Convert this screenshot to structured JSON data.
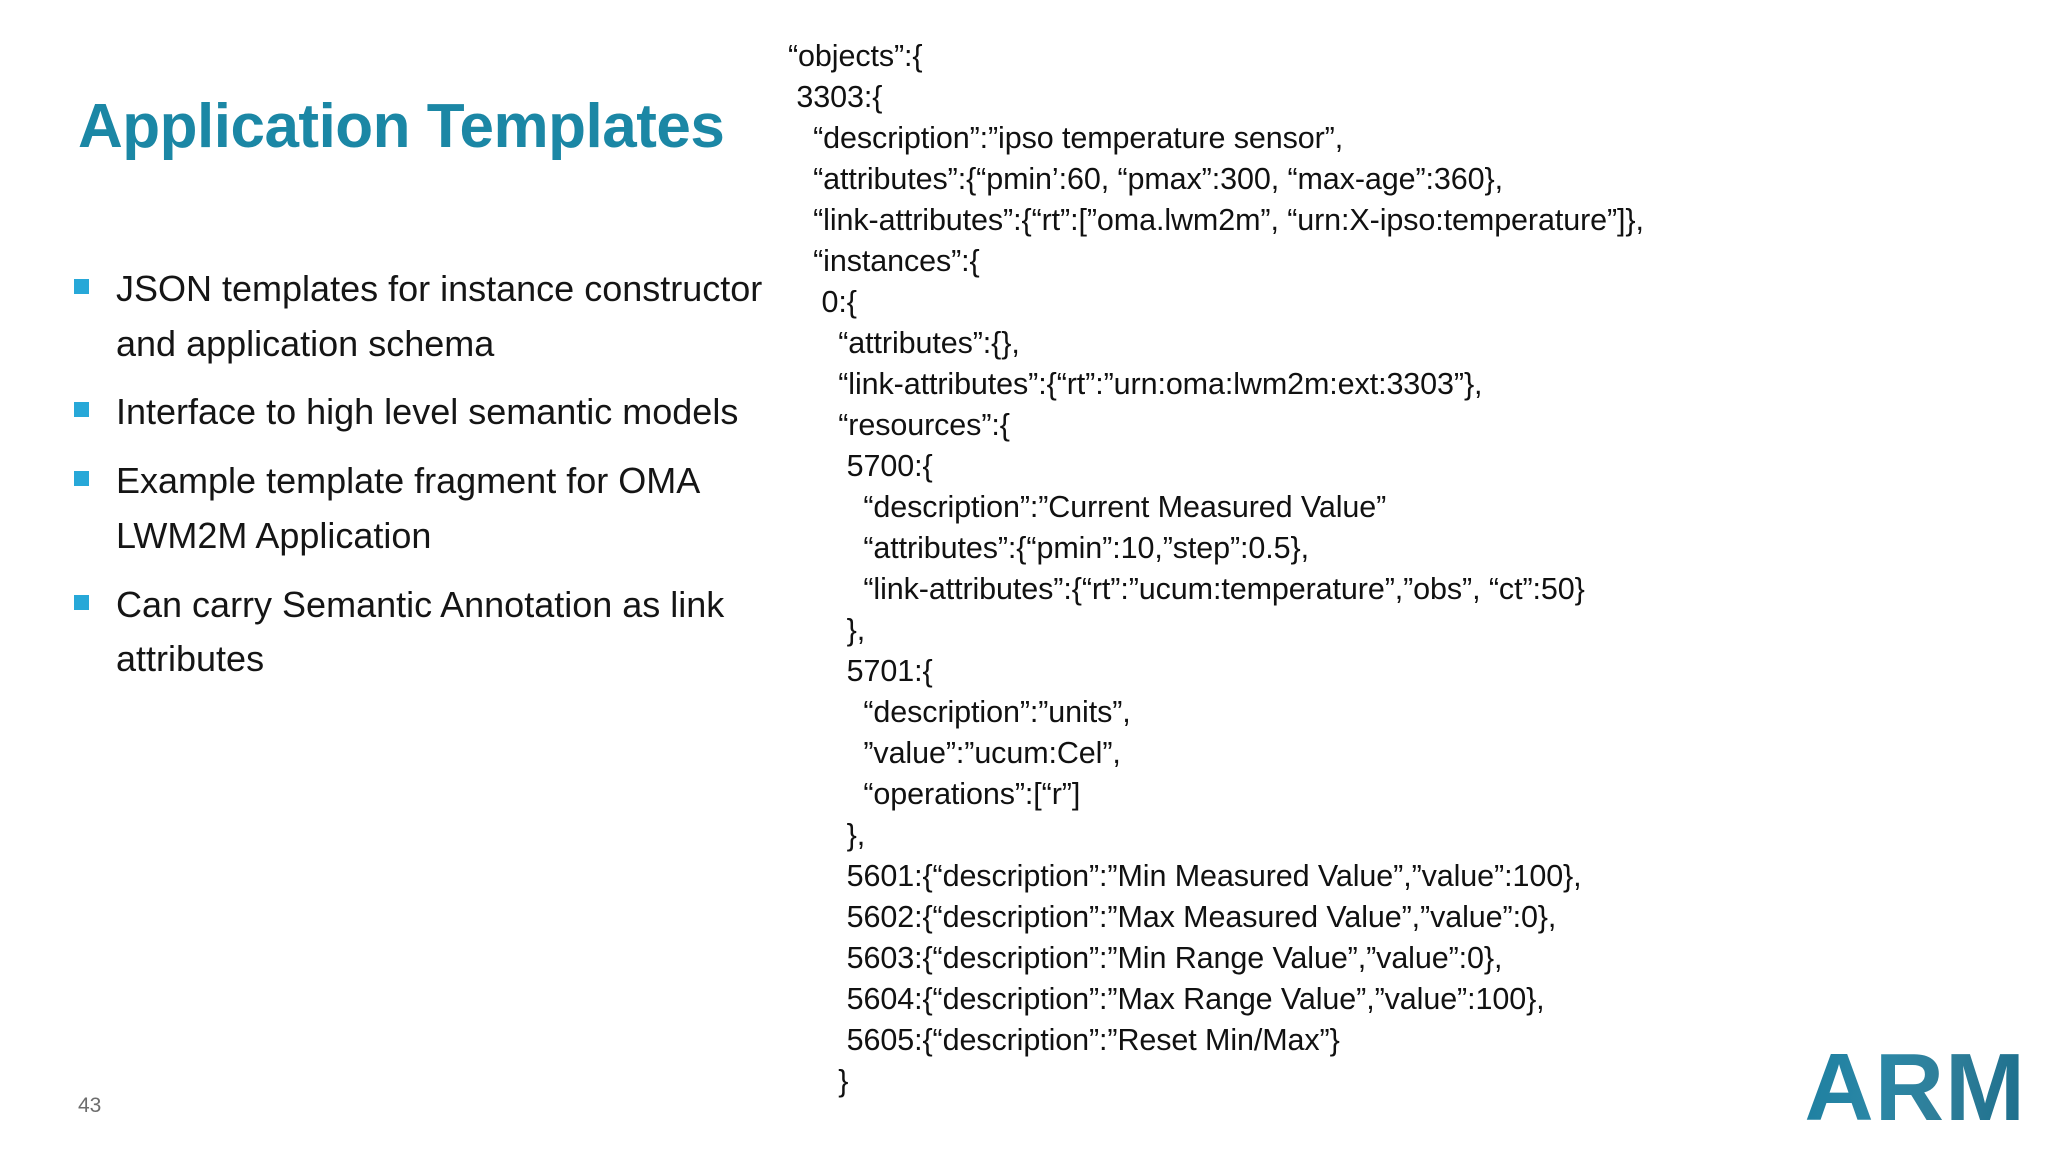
{
  "slide": {
    "title": "Application Templates",
    "page_number": "43",
    "logo_text": "ARM",
    "accent_color": "#1b87a5",
    "bullet_marker_color": "#27a8d8",
    "body_text_color": "#151515",
    "background_color": "#ffffff"
  },
  "bullets": [
    {
      "marker": "square-bullet",
      "text": "JSON templates for instance constructor and application schema"
    },
    {
      "marker": "square-bullet",
      "text": "Interface to high level semantic models"
    },
    {
      "marker": "square-bullet",
      "text": "Example template fragment for OMA LWM2M Application"
    },
    {
      "marker": "square-bullet",
      "text": "Can carry Semantic Annotation as link attributes"
    }
  ],
  "code": {
    "language": "json",
    "lines": [
      "“objects”:{",
      " 3303:{",
      "   “description”:”ipso temperature sensor”,",
      "   “attributes”:{“pmin’:60, “pmax”:300, “max-age”:360},",
      "   “link-attributes”:{“rt”:[”oma.lwm2m”, “urn:X-ipso:temperature”]},",
      "   “instances”:{",
      "    0:{",
      "      “attributes”:{},",
      "      “link-attributes”:{“rt”:”urn:oma:lwm2m:ext:3303”},",
      "      “resources”:{",
      "       5700:{",
      "         “description”:”Current Measured Value”",
      "         “attributes”:{“pmin”:10,”step”:0.5},",
      "         “link-attributes”:{“rt”:”ucum:temperature”,”obs”, “ct”:50}",
      "       },",
      "       5701:{",
      "         “description”:”units”,",
      "         ”value”:”ucum:Cel”,",
      "         “operations”:[“r”]",
      "       },",
      "       5601:{“description”:”Min Measured Value”,”value”:100},",
      "       5602:{“description”:”Max Measured Value”,”value”:0},",
      "       5603:{“description”:”Min Range Value”,”value”:0},",
      "       5604:{“description”:”Max Range Value”,”value”:100},",
      "       5605:{“description”:”Reset Min/Max”}",
      "      }"
    ]
  }
}
